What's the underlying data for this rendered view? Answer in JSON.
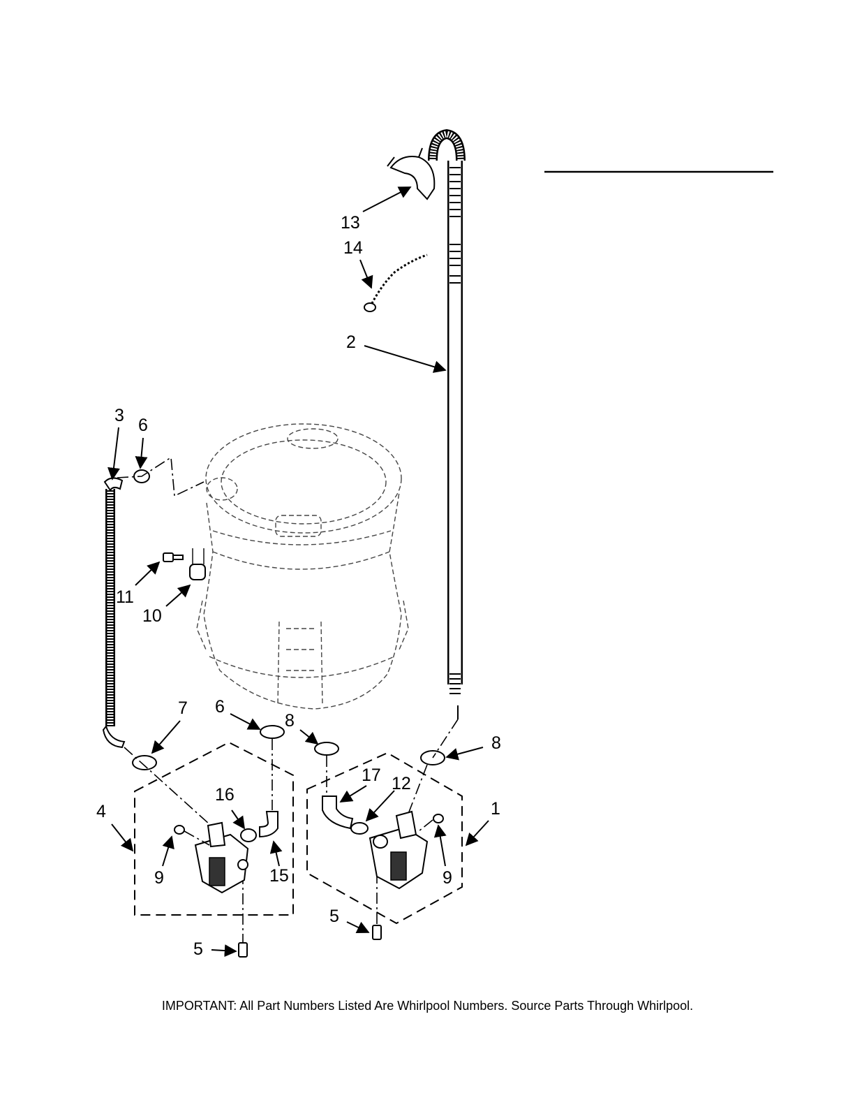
{
  "callouts": [
    {
      "id": "c1",
      "label": "1"
    },
    {
      "id": "c2",
      "label": "2"
    },
    {
      "id": "c3",
      "label": "3"
    },
    {
      "id": "c4",
      "label": "4"
    },
    {
      "id": "c5a",
      "label": "5"
    },
    {
      "id": "c5b",
      "label": "5"
    },
    {
      "id": "c6a",
      "label": "6"
    },
    {
      "id": "c6b",
      "label": "6"
    },
    {
      "id": "c7",
      "label": "7"
    },
    {
      "id": "c8a",
      "label": "8"
    },
    {
      "id": "c8b",
      "label": "8"
    },
    {
      "id": "c9a",
      "label": "9"
    },
    {
      "id": "c9b",
      "label": "9"
    },
    {
      "id": "c10",
      "label": "10"
    },
    {
      "id": "c11",
      "label": "11"
    },
    {
      "id": "c12",
      "label": "12"
    },
    {
      "id": "c13",
      "label": "13"
    },
    {
      "id": "c14",
      "label": "14"
    },
    {
      "id": "c15",
      "label": "15"
    },
    {
      "id": "c16",
      "label": "16"
    },
    {
      "id": "c17",
      "label": "17"
    }
  ],
  "footer": {
    "note": "IMPORTANT: All Part Numbers Listed Are Whirlpool Numbers. Source Parts Through Whirlpool."
  }
}
